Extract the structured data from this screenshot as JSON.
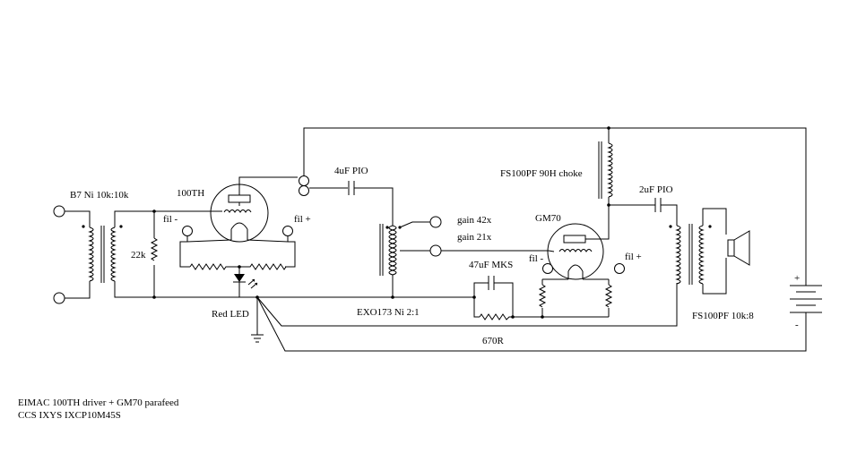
{
  "labels": {
    "input_transformer": "B7 Ni 10k:10k",
    "driver_tube": "100TH",
    "resistor_22k": "22k",
    "fil_minus_driver": "fil -",
    "fil_plus_driver": "fil +",
    "red_led": "Red LED",
    "coupling_cap_1": "4uF PIO",
    "gain_42": "gain 42x",
    "gain_21": "gain 21x",
    "interstage_transformer": "EXO173 Ni 2:1",
    "output_tube": "GM70",
    "cap_47uf": "47uF MKS",
    "fil_minus_output": "fil -",
    "fil_plus_output": "fil +",
    "resistor_670r": "670R",
    "choke": "FS100PF 90H choke",
    "coupling_cap_2": "2uF PIO",
    "output_transformer": "FS100PF 10k:8",
    "battery_plus": "+",
    "battery_minus": "-"
  },
  "notes": {
    "line1": "EIMAC 100TH driver + GM70 parafeed",
    "line2": "CCS  IXYS IXCP10M45S"
  }
}
